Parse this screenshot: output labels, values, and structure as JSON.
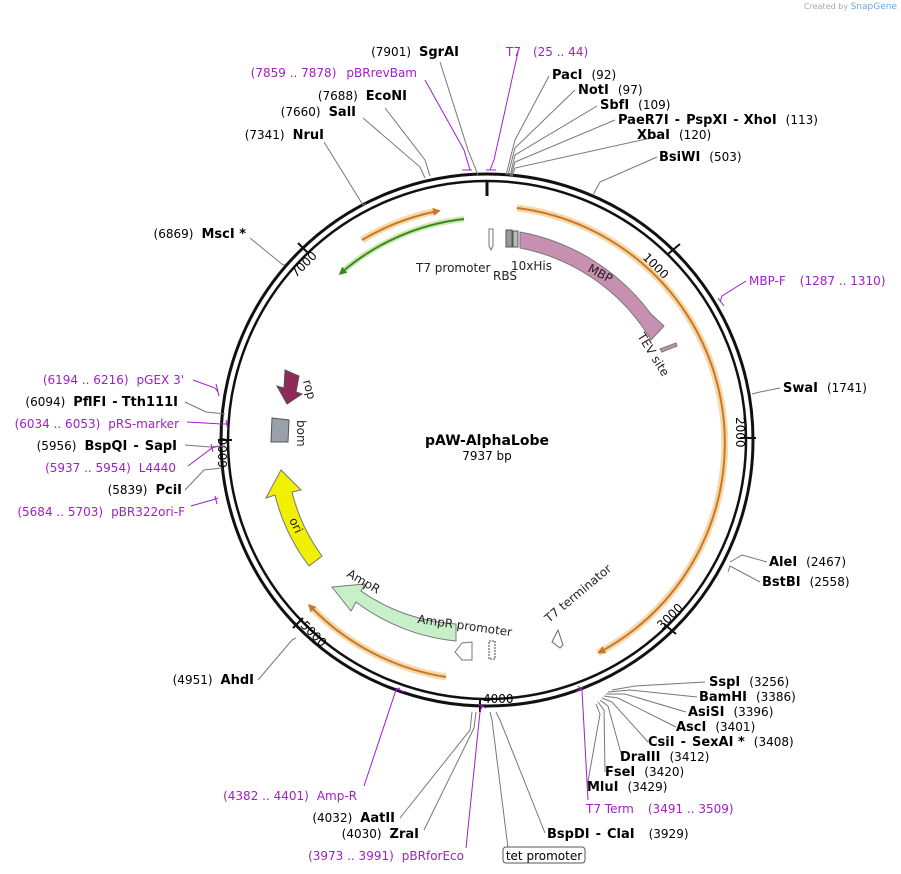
{
  "credit": {
    "prefix": "Created by",
    "brand": "SnapGene"
  },
  "plasmid": {
    "name": "pAW-AlphaLobe",
    "length": "7937 bp"
  },
  "ticks": [
    "1000",
    "2000",
    "3000",
    "4000",
    "5000",
    "6000",
    "7000"
  ],
  "features": {
    "t7_promoter": "T7 promoter",
    "rbs": "RBS",
    "his": "10xHis",
    "mbp": "MBP",
    "tev": "TEV site",
    "t7_term": "T7 terminator",
    "ampr_prom": "AmpR promoter",
    "ampr": "AmpR",
    "ori": "ori",
    "bom": "bom",
    "rop": "rop"
  },
  "enzymes": [
    {
      "id": "sgrai",
      "pos": "(7901)",
      "name": "SgrAI"
    },
    {
      "id": "econi",
      "pos": "(7688)",
      "name": "EcoNI"
    },
    {
      "id": "sali",
      "pos": "(7660)",
      "name": "SalI"
    },
    {
      "id": "nrui",
      "pos": "(7341)",
      "name": "NruI"
    },
    {
      "id": "msci",
      "pos": "(6869)",
      "name": "MscI *"
    },
    {
      "id": "pfl",
      "pos": "(6094)",
      "name": "PflFI",
      "name2": "Tth111I"
    },
    {
      "id": "bspqi",
      "pos": "(5956)",
      "name": "BspQI",
      "name2": "SapI"
    },
    {
      "id": "pcii",
      "pos": "(5839)",
      "name": "PciI"
    },
    {
      "id": "ahdi",
      "pos": "(4951)",
      "name": "AhdI"
    },
    {
      "id": "aatii",
      "pos": "(4032)",
      "name": "AatII"
    },
    {
      "id": "zrai",
      "pos": "(4030)",
      "name": "ZraI"
    },
    {
      "id": "paci",
      "name": "PacI",
      "pos": "(92)"
    },
    {
      "id": "noti",
      "name": "NotI",
      "pos": "(97)"
    },
    {
      "id": "sbfi",
      "name": "SbfI",
      "pos": "(109)"
    },
    {
      "id": "paer",
      "name": "PaeR7I",
      "name2": "PspXI",
      "name3": "XhoI",
      "pos": "(113)"
    },
    {
      "id": "xbai",
      "name": "XbaI",
      "pos": "(120)"
    },
    {
      "id": "bsiwi",
      "name": "BsiWI",
      "pos": "(503)"
    },
    {
      "id": "swai",
      "name": "SwaI",
      "pos": "(1741)"
    },
    {
      "id": "alei",
      "name": "AleI",
      "pos": "(2467)"
    },
    {
      "id": "bstbi",
      "name": "BstBI",
      "pos": "(2558)"
    },
    {
      "id": "sspi",
      "name": "SspI",
      "pos": "(3256)"
    },
    {
      "id": "bamhi",
      "name": "BamHI",
      "pos": "(3386)"
    },
    {
      "id": "asisi",
      "name": "AsiSI",
      "pos": "(3396)"
    },
    {
      "id": "asci",
      "name": "AscI",
      "pos": "(3401)"
    },
    {
      "id": "csii",
      "name": "CsiI",
      "name2": "SexAI *",
      "pos": "(3408)"
    },
    {
      "id": "draiii",
      "name": "DraIII",
      "pos": "(3412)"
    },
    {
      "id": "fsei",
      "name": "FseI",
      "pos": "(3420)"
    },
    {
      "id": "mlui",
      "name": "MluI",
      "pos": "(3429)"
    },
    {
      "id": "bspdi",
      "name": "BspDI",
      "name2": "ClaI",
      "pos": "(3929)"
    }
  ],
  "primers": [
    {
      "id": "pbrrev",
      "range": "(7859 .. 7878)",
      "name": "pBRrevBam"
    },
    {
      "id": "t7",
      "name": "T7",
      "range": "(25 .. 44)"
    },
    {
      "id": "mbpf",
      "name": "MBP-F",
      "range": "(1287 .. 1310)"
    },
    {
      "id": "pgex",
      "range": "(6194 .. 6216)",
      "name": "pGEX 3'"
    },
    {
      "id": "prs",
      "range": "(6034 .. 6053)",
      "name": "pRS-marker"
    },
    {
      "id": "l4440",
      "range": "(5937 .. 5954)",
      "name": "L4440"
    },
    {
      "id": "pbr322",
      "range": "(5684 .. 5703)",
      "name": "pBR322ori-F"
    },
    {
      "id": "ampr",
      "range": "(4382 .. 4401)",
      "name": "Amp-R"
    },
    {
      "id": "pbrfor",
      "range": "(3973 .. 3991)",
      "name": "pBRforEco"
    },
    {
      "id": "t7term",
      "name": "T7 Term",
      "range": "(3491 .. 3509)"
    }
  ],
  "boxed": {
    "tet": "tet promoter"
  },
  "colors": {
    "backbone": "#111111",
    "label_line": "#777777",
    "primer": "#a020c8",
    "orange_arc": "#c8782a",
    "orange_glow": "#f6d9a8",
    "green_arc": "#3a8a1a",
    "mbp": "#c890b0",
    "ampr": "#c8f0c8",
    "ori": "#f0f000",
    "bom": "#9aa0a8",
    "rop": "#902858"
  }
}
